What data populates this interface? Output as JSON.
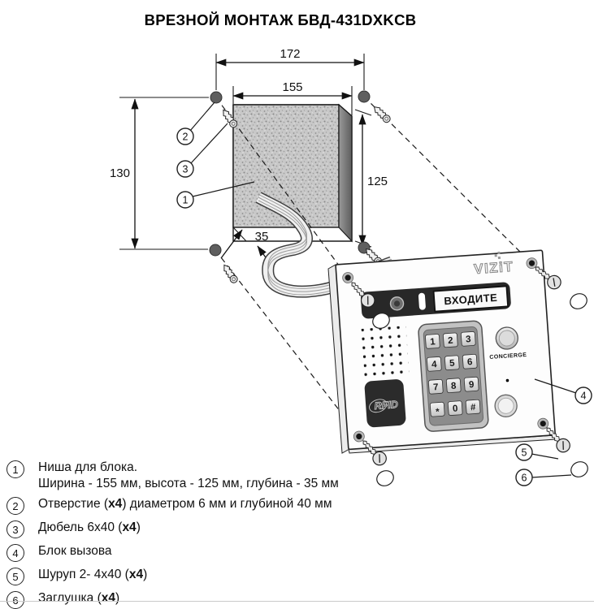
{
  "title": "ВРЕЗНОЙ МОНТАЖ БВД-431DXKCB",
  "dimensions": {
    "holes_width": "172",
    "niche_width": "155",
    "holes_height": "130",
    "niche_height": "125",
    "niche_depth": "35"
  },
  "callouts": {
    "c1": "1",
    "c2": "2",
    "c3": "3",
    "c4": "4",
    "c5": "5",
    "c6": "6"
  },
  "panel": {
    "brand": "VIZiT",
    "display_text": "ВХОДИТЕ",
    "concierge_label": "CONCIERGE",
    "rfid_label": "RFID",
    "keypad_keys": [
      "1",
      "2",
      "3",
      "4",
      "5",
      "6",
      "7",
      "8",
      "9",
      "*",
      "0",
      "#"
    ]
  },
  "legend": {
    "items": [
      {
        "num": "1",
        "pre": "Ниша для блока.",
        "bold": "",
        "post": "",
        "line2": "Ширина - 155 мм, высота - 125 мм, глубина - 35 мм"
      },
      {
        "num": "2",
        "pre": "Отверстие (",
        "bold": "x4",
        "post": ") диаметром 6 мм и глубиной 40 мм",
        "line2": ""
      },
      {
        "num": "3",
        "pre": "Дюбель 6x40 (",
        "bold": "x4",
        "post": ")",
        "line2": ""
      },
      {
        "num": "4",
        "pre": "Блок вызова",
        "bold": "",
        "post": "",
        "line2": ""
      },
      {
        "num": "5",
        "pre": "Шуруп 2- 4x40 (",
        "bold": "x4",
        "post": ")",
        "line2": ""
      },
      {
        "num": "6",
        "pre": "Заглушка (",
        "bold": "x4",
        "post": ")",
        "line2": ""
      }
    ]
  },
  "colors": {
    "line": "#1a1a1a",
    "panel_dark": "#2b2b2b",
    "niche_fill": "#c8c8c8",
    "niche_side": "#6a6a6a"
  }
}
